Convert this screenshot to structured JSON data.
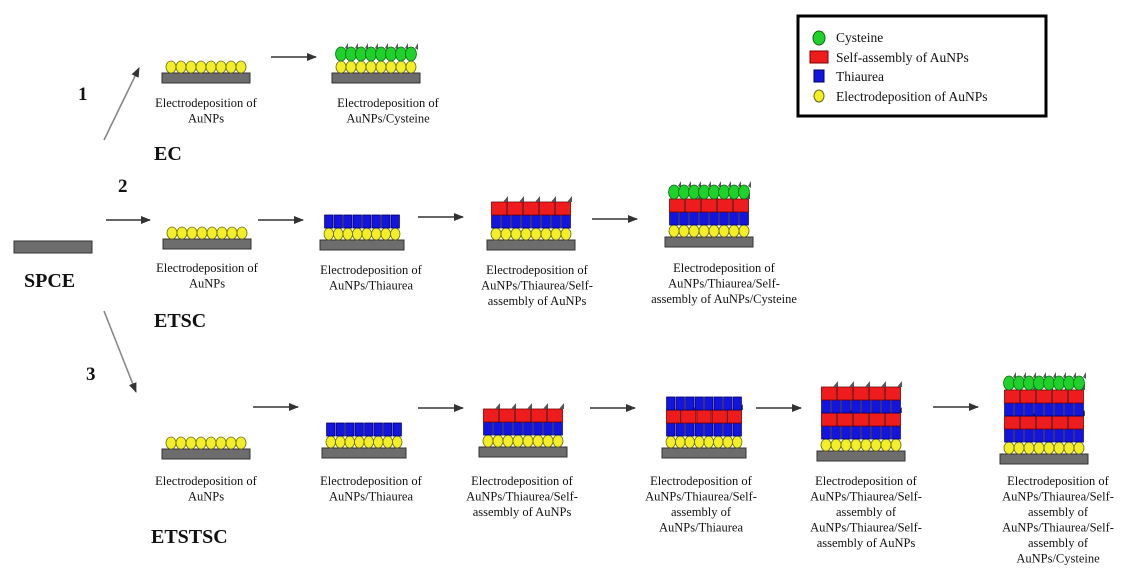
{
  "legend": {
    "cysteine": "Cysteine",
    "self_assembly": "Self-assembly of AuNPs",
    "thiaurea": "Thiaurea",
    "electrodeposition": "Electrodeposition of AuNPs"
  },
  "colors": {
    "gold": "#f2ef2a",
    "gold_stroke": "#6b6a10",
    "blue": "#1414e0",
    "red": "#ee1c1c",
    "green": "#20d12c",
    "electrode": "#6d6d6d",
    "arrow": "#333333"
  },
  "start_label": "SPCE",
  "routes": [
    {
      "number": "1",
      "name": "EC",
      "steps": [
        {
          "stack": [
            "au"
          ],
          "caption": [
            "Electrodeposition of",
            "AuNPs"
          ]
        },
        {
          "stack": [
            "au",
            "cys"
          ],
          "caption": [
            "Electrodeposition of",
            "AuNPs/Cysteine"
          ]
        }
      ]
    },
    {
      "number": "2",
      "name": "ETSC",
      "steps": [
        {
          "stack": [
            "au"
          ],
          "caption": [
            "Electrodeposition of",
            "AuNPs"
          ]
        },
        {
          "stack": [
            "au",
            "thi"
          ],
          "caption": [
            "Electrodeposition of",
            "AuNPs/Thiaurea"
          ]
        },
        {
          "stack": [
            "au",
            "thi",
            "sa"
          ],
          "caption": [
            "Electrodeposition of",
            "AuNPs/Thiaurea/Self-",
            "assembly of AuNPs"
          ]
        },
        {
          "stack": [
            "au",
            "thi",
            "sa",
            "cys"
          ],
          "caption": [
            "Electrodeposition of",
            "AuNPs/Thiaurea/Self-",
            "assembly of AuNPs/Cysteine"
          ]
        }
      ]
    },
    {
      "number": "3",
      "name": "ETSTSC",
      "steps": [
        {
          "stack": [
            "au"
          ],
          "caption": [
            "Electrodeposition of",
            "AuNPs"
          ]
        },
        {
          "stack": [
            "au",
            "thi"
          ],
          "caption": [
            "Electrodeposition of",
            "AuNPs/Thiaurea"
          ]
        },
        {
          "stack": [
            "au",
            "thi",
            "sa"
          ],
          "caption": [
            "Electrodeposition of",
            "AuNPs/Thiaurea/Self-",
            "assembly of AuNPs"
          ]
        },
        {
          "stack": [
            "au",
            "thi",
            "sa",
            "thi"
          ],
          "caption": [
            "Electrodeposition of",
            "AuNPs/Thiaurea/Self-",
            "assembly of",
            "AuNPs/Thiaurea"
          ]
        },
        {
          "stack": [
            "au",
            "thi",
            "sa",
            "thi",
            "sa"
          ],
          "caption": [
            "Electrodeposition of",
            "AuNPs/Thiaurea/Self-",
            "assembly of",
            "AuNPs/Thiaurea/Self-",
            "assembly of AuNPs"
          ]
        },
        {
          "stack": [
            "au",
            "thi",
            "sa",
            "thi",
            "sa",
            "cys"
          ],
          "caption": [
            "Electrodeposition of",
            "AuNPs/Thiaurea/Self-",
            "assembly of",
            "AuNPs/Thiaurea/Self-",
            "assembly of",
            "AuNPs/Cysteine"
          ]
        }
      ]
    }
  ]
}
